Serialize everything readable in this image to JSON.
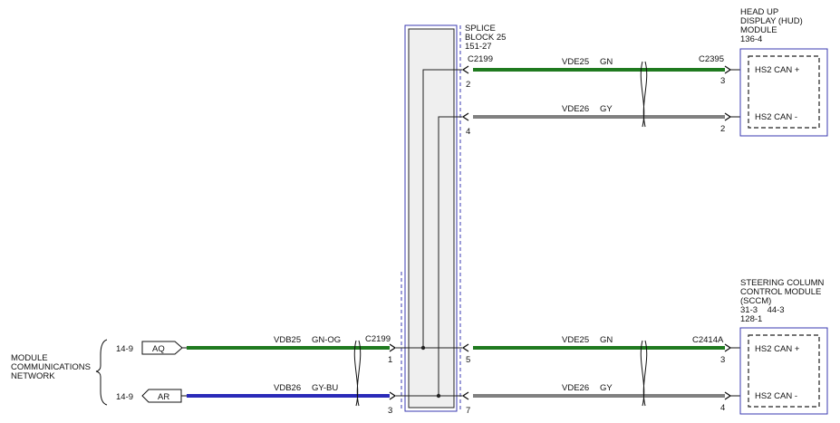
{
  "splice": {
    "title_line1": "SPLICE",
    "title_line2": "BLOCK 25",
    "ref": "151-27",
    "connector_top": "C2199",
    "pins": {
      "top_gn": "2",
      "top_gy": "4",
      "bottom_gn": "5",
      "bottom_gy": "7"
    }
  },
  "hud": {
    "title_line1": "HEAD UP",
    "title_line2": "DISPLAY (HUD)",
    "title_line3": "MODULE",
    "ref": "136-4",
    "connector": "C2395",
    "pin_gn": "3",
    "pin_gy": "2",
    "pin_plus_label": "HS2 CAN +",
    "pin_minus_label": "HS2 CAN -"
  },
  "sccm": {
    "title_line1": "STEERING COLUMN",
    "title_line2": "CONTROL MODULE",
    "title_line3": "(SCCM)",
    "refs": "31-3    44-3",
    "ref2": "128-1",
    "connector": "C2414A",
    "pin_gn": "3",
    "pin_gy": "4",
    "pin_plus_label": "HS2 CAN +",
    "pin_minus_label": "HS2 CAN -"
  },
  "network": {
    "line1": "MODULE",
    "line2": "COMMUNICATIONS",
    "line3": "NETWORK",
    "page_ref_aq": "14-9",
    "page_ref_ar": "14-9",
    "flag_aq": "AQ",
    "flag_ar": "AR"
  },
  "wires": {
    "vde25_name": "VDE25",
    "vde25_color": "GN",
    "vde26_name": "VDE26",
    "vde26_color": "GY",
    "vdb25_name": "VDB25",
    "vdb25_color": "GN-OG",
    "vdb26_name": "VDB26",
    "vdb26_color": "GY-BU"
  },
  "left_connector": {
    "name": "C2199",
    "pin_top": "1",
    "pin_bottom": "3"
  },
  "colors": {
    "green": "#1f7a1f",
    "gray": "#808080",
    "blue": "#2a2ab8",
    "outline_blue": "#3a3ab0"
  }
}
